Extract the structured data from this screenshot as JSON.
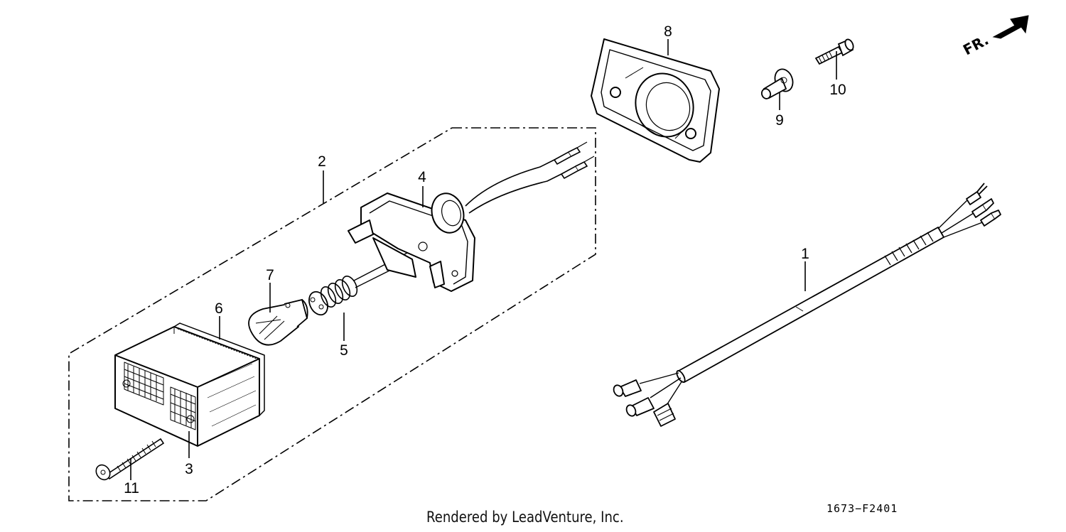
{
  "diagram": {
    "callouts": {
      "c1": "1",
      "c2": "2",
      "c3": "3",
      "c4": "4",
      "c5": "5",
      "c6": "6",
      "c7": "7",
      "c8": "8",
      "c9": "9",
      "c10": "10",
      "c11": "11"
    },
    "direction_label": "FR.",
    "diagram_code": "1673−F2401",
    "footer": "Rendered by LeadVenture, Inc."
  }
}
